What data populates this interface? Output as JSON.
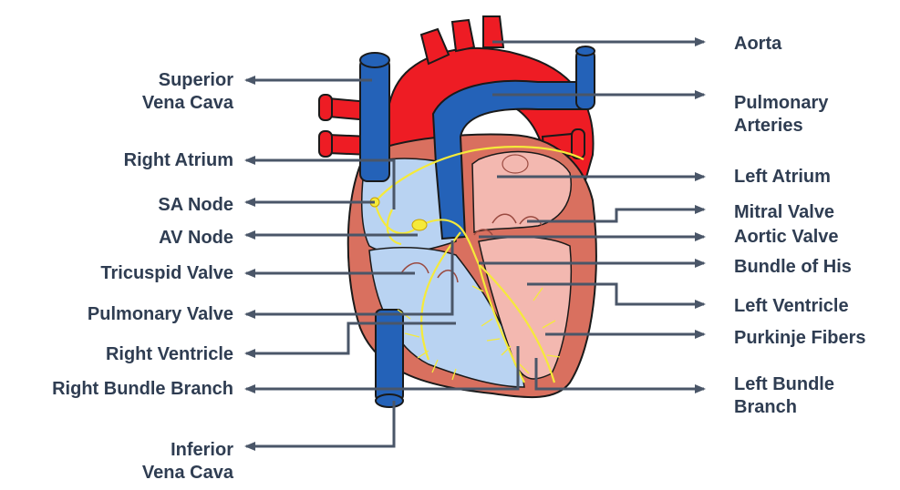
{
  "colors": {
    "label_text": "#2f3d52",
    "leader_line": "#4a5668",
    "aorta_red": "#ee1c24",
    "vein_blue": "#2462b8",
    "right_chamber_blue": "#b9d3f2",
    "left_chamber_pink": "#f3b8b0",
    "myocardium": "#d9705f",
    "conduction_yellow": "#f5ea3a"
  },
  "labels": {
    "superior_vena_cava": [
      "Superior",
      "Vena Cava"
    ],
    "right_atrium": "Right Atrium",
    "sa_node": "SA Node",
    "av_node": "AV Node",
    "tricuspid_valve": "Tricuspid Valve",
    "pulmonary_valve": "Pulmonary Valve",
    "right_ventricle": "Right Ventricle",
    "right_bundle_branch": "Right Bundle Branch",
    "inferior_vena_cava": [
      "Inferior",
      "Vena Cava"
    ],
    "aorta": "Aorta",
    "pulmonary_arteries": [
      "Pulmonary",
      "Arteries"
    ],
    "left_atrium": "Left Atrium",
    "mitral_valve": "Mitral Valve",
    "aortic_valve": "Aortic Valve",
    "bundle_of_his": "Bundle of His",
    "left_ventricle": "Left Ventricle",
    "purkinje_fibers": "Purkinje Fibers",
    "left_bundle_branch": [
      "Left Bundle",
      "Branch"
    ]
  }
}
